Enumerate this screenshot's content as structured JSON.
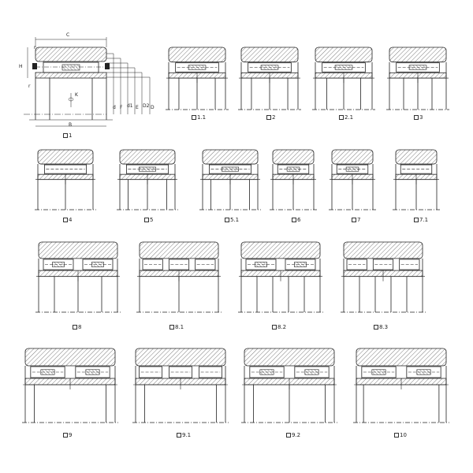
{
  "figure_prefix": "图",
  "dimension_labels": {
    "c": "C",
    "h": "H",
    "r1": "r",
    "r2": "r",
    "k": "K",
    "b": "B",
    "d": "d",
    "f": "F",
    "d1": "d1",
    "e": "E",
    "d2": "D2",
    "dd": "D"
  },
  "figures": [
    {
      "id": "1",
      "label": "1"
    },
    {
      "id": "1.1",
      "label": "1.1"
    },
    {
      "id": "2",
      "label": "2"
    },
    {
      "id": "2.1",
      "label": "2.1"
    },
    {
      "id": "3",
      "label": "3"
    },
    {
      "id": "4",
      "label": "4"
    },
    {
      "id": "5",
      "label": "5"
    },
    {
      "id": "5.1",
      "label": "5.1"
    },
    {
      "id": "6",
      "label": "6"
    },
    {
      "id": "7",
      "label": "7"
    },
    {
      "id": "7.1",
      "label": "7.1"
    },
    {
      "id": "8",
      "label": "8"
    },
    {
      "id": "8.1",
      "label": "8.1"
    },
    {
      "id": "8.2",
      "label": "8.2"
    },
    {
      "id": "8.3",
      "label": "8.3"
    },
    {
      "id": "9",
      "label": "9"
    },
    {
      "id": "9.1",
      "label": "9.1"
    },
    {
      "id": "9.2",
      "label": "9.2"
    },
    {
      "id": "10",
      "label": "10"
    }
  ]
}
